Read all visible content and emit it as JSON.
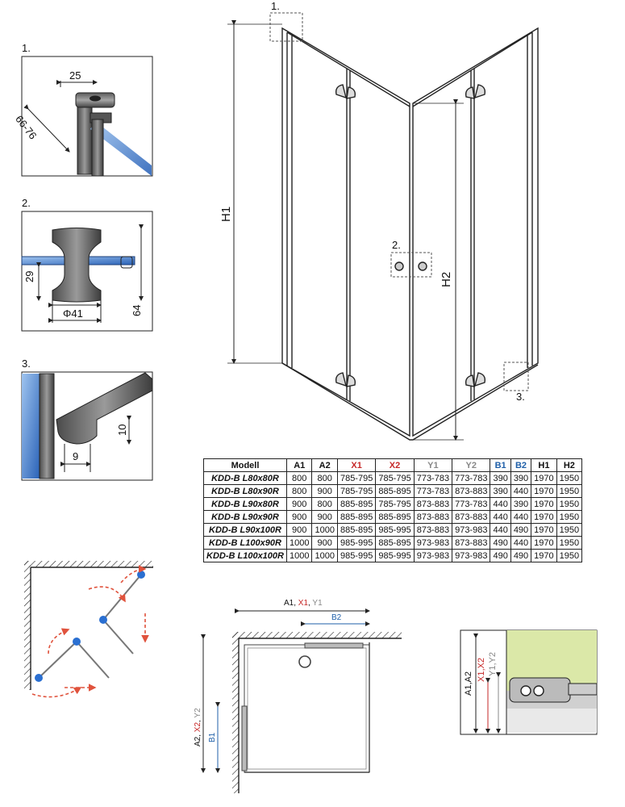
{
  "detail_labels": {
    "d1": "1.",
    "d2": "2.",
    "d3": "3."
  },
  "callout_labels": {
    "c1": "1.",
    "c2": "2.",
    "c3": "3."
  },
  "detail1": {
    "dim_top": "25",
    "dim_side": "66-76"
  },
  "detail2": {
    "dim_height": "29",
    "dim_diameter": "Φ41",
    "dim_total": "64"
  },
  "detail3": {
    "dim_height": "10",
    "dim_width": "9"
  },
  "main_drawing": {
    "h1": "H1",
    "h2": "H2"
  },
  "plan_view": {
    "top_prefix": "A1, ",
    "top_x": "X1",
    "top_sep": ", ",
    "top_y": "Y1",
    "b2": "B2",
    "left_prefix": "A2, ",
    "left_x": "X2",
    "left_sep": ", ",
    "left_y": "Y2",
    "b1": "B1"
  },
  "install_detail": {
    "a": "A1,A2",
    "x": "X1,X2",
    "y": "Y1,Y2"
  },
  "colors": {
    "x": "#c62828",
    "y": "#888888",
    "b": "#1f5fa8",
    "arrow": "#e0533d",
    "joint": "#2a6fd1",
    "wall_tile": "#dbe8a8"
  },
  "table": {
    "headers": [
      "Modell",
      "A1",
      "A2",
      "X1",
      "X2",
      "Y1",
      "Y2",
      "B1",
      "B2",
      "H1",
      "H2"
    ],
    "rows": [
      [
        "KDD-B L80x80R",
        "800",
        "800",
        "785-795",
        "785-795",
        "773-783",
        "773-783",
        "390",
        "390",
        "1970",
        "1950"
      ],
      [
        "KDD-B L80x90R",
        "800",
        "900",
        "785-795",
        "885-895",
        "773-783",
        "873-883",
        "390",
        "440",
        "1970",
        "1950"
      ],
      [
        "KDD-B L90x80R",
        "900",
        "800",
        "885-895",
        "785-795",
        "873-883",
        "773-783",
        "440",
        "390",
        "1970",
        "1950"
      ],
      [
        "KDD-B L90x90R",
        "900",
        "900",
        "885-895",
        "885-895",
        "873-883",
        "873-883",
        "440",
        "440",
        "1970",
        "1950"
      ],
      [
        "KDD-B L90x100R",
        "900",
        "1000",
        "885-895",
        "985-995",
        "873-883",
        "973-983",
        "440",
        "490",
        "1970",
        "1950"
      ],
      [
        "KDD-B L100x90R",
        "1000",
        "900",
        "985-995",
        "885-895",
        "973-983",
        "873-883",
        "490",
        "440",
        "1970",
        "1950"
      ],
      [
        "KDD-B L100x100R",
        "1000",
        "1000",
        "985-995",
        "985-995",
        "973-983",
        "973-983",
        "490",
        "490",
        "1970",
        "1950"
      ]
    ]
  }
}
